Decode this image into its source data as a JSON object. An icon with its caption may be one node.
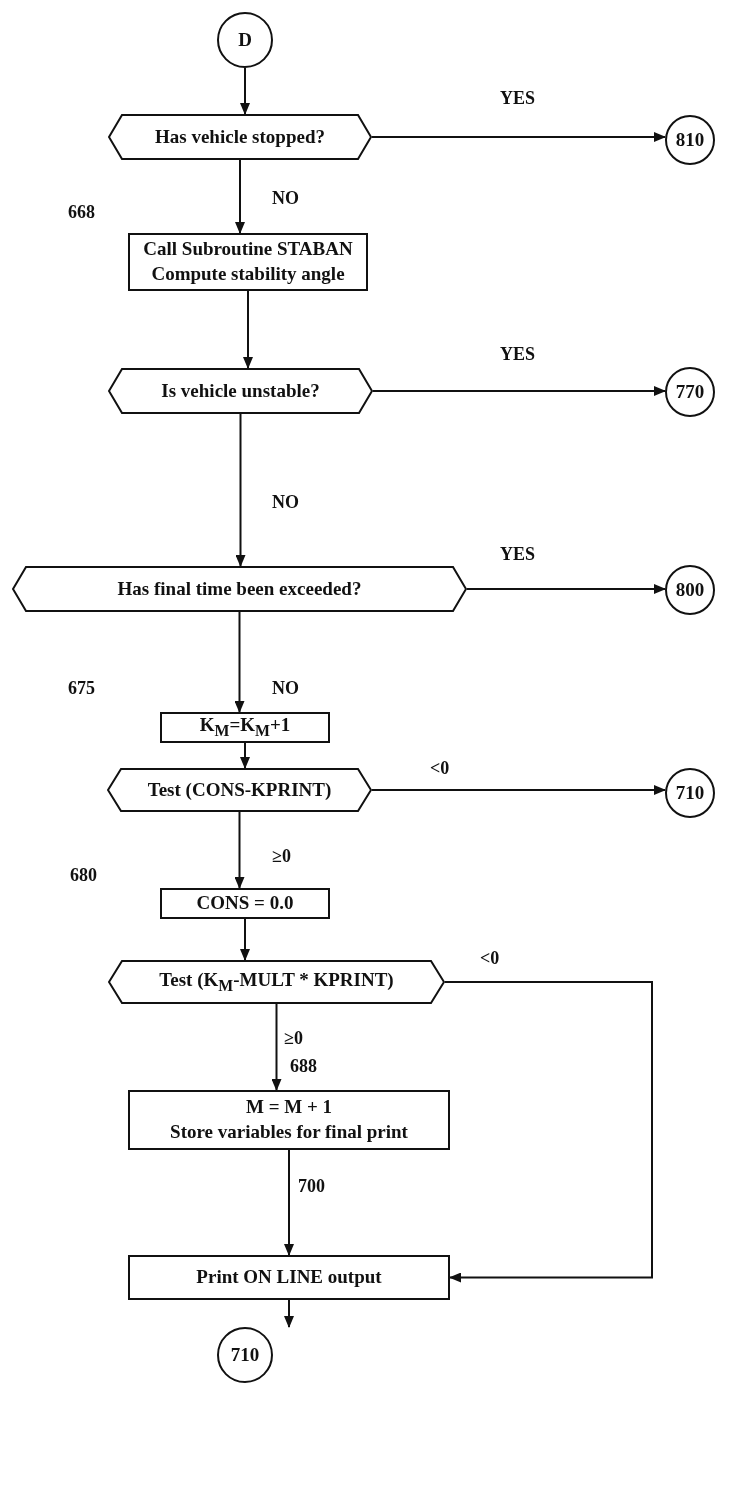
{
  "diagram": {
    "nodes": [
      {
        "text": [
          "D"
        ]
      },
      {
        "text": [
          "Has vehicle stopped?"
        ]
      },
      {
        "text": [
          "810"
        ]
      },
      {
        "text": [
          "Call Subroutine STABAN",
          "Compute stability angle"
        ],
        "beside": [
          "668"
        ]
      },
      {
        "text": [
          "Is vehicle unstable?"
        ]
      },
      {
        "text": [
          "770"
        ]
      },
      {
        "text": [
          "Has final time been exceeded?"
        ]
      },
      {
        "text": [
          "800"
        ]
      },
      {
        "text": [
          "K$_{M}$=K$_{M}$+1"
        ],
        "beside": [
          "675"
        ]
      },
      {
        "text": [
          "Test (CONS-KPRINT)"
        ]
      },
      {
        "text": [
          "710"
        ]
      },
      {
        "text": [
          "CONS = 0.0"
        ],
        "beside": [
          "680"
        ]
      },
      {
        "text": [
          "Test (K$_{M}$-MULT * KPRINT)"
        ]
      },
      {
        "text": [
          "M = M + 1",
          "Store variables for final print"
        ],
        "beside": [
          "688"
        ]
      },
      {
        "text": [
          "Print ON LINE output"
        ]
      },
      {
        "text": [
          "710"
        ]
      }
    ],
    "edges": [
      {
        "from": 0,
        "to": 1,
        "arrow": "to"
      },
      {
        "from": 1,
        "to": 2,
        "arrow": "to",
        "label": "YES"
      },
      {
        "from": 1,
        "to": 3,
        "arrow": "to",
        "label": "NO"
      },
      {
        "from": 3,
        "to": 4,
        "arrow": "to"
      },
      {
        "from": 4,
        "to": 5,
        "arrow": "to",
        "label": "YES"
      },
      {
        "from": 4,
        "to": 6,
        "arrow": "to",
        "label": "NO"
      },
      {
        "from": 6,
        "to": 7,
        "arrow": "to",
        "label": "YES"
      },
      {
        "from": 6,
        "to": 8,
        "arrow": "to",
        "label": "NO"
      },
      {
        "from": 8,
        "to": 9,
        "arrow": "to"
      },
      {
        "from": 9,
        "to": 10,
        "arrow": "to",
        "label": "<0"
      },
      {
        "from": 9,
        "to": 11,
        "arrow": "to",
        "label": "≥0"
      },
      {
        "from": 11,
        "to": 12,
        "arrow": "to"
      },
      {
        "from": 12,
        "to": 14,
        "arrow": "to",
        "label": "<0"
      },
      {
        "from": 12,
        "to": 13,
        "arrow": "to",
        "label": "≥0"
      },
      {
        "from": 13,
        "to": 14,
        "arrow": "to"
      },
      {
        "from": 14,
        "to": 15,
        "arrow": "to"
      }
    ],
    "labels": [
      "700"
    ]
  }
}
